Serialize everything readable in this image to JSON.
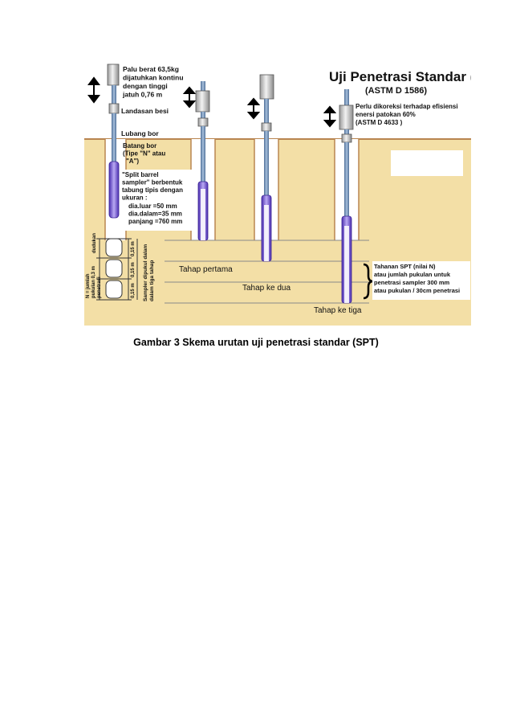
{
  "figure": {
    "title": "Uji Penetrasi Standar (SPT)",
    "standard": "(ASTM D 1586)",
    "hammer_lines": [
      "Palu berat 63,5kg",
      "dijatuhkan kontinu",
      "dengan tinggi",
      "jatuh 0,76 m"
    ],
    "anvil": "Landasan besi",
    "borehole": "Lubang bor",
    "rod_lines": [
      "Batang bor",
      "(Tipe \"N\" atau",
      "\"A\")"
    ],
    "sampler_lines": [
      "\"Split barrel",
      "sampler\" berbentuk",
      "tabung tipis dengan",
      "ukuran :"
    ],
    "dim_lines": [
      "dia.luar     =50 mm",
      "dia.dalam=35 mm",
      "panjang  =760 mm"
    ],
    "correction_lines": [
      "Perlu dikoreksi terhadap efisiensi",
      "enersi patokan 60%",
      "(ASTM D 4633 )"
    ],
    "stage_1": "Tahap pertama",
    "stage_2": "Tahap ke dua",
    "stage_3": "Tahap ke tiga",
    "n_value_lines": [
      "Tahanan SPT (nilai N)",
      "atau jumlah pukulan untuk",
      "penetrasi sampler 300 mm",
      "atau pukulan / 30cm penetrasi"
    ],
    "seating": "dudukan",
    "n_count_lines": [
      "N = jumlah",
      "pukulan 0,3 m",
      "penetrasi"
    ],
    "dim_015_a": "0,15 m",
    "dim_015_b": "0,15 m",
    "dim_015_c": "0,15 m",
    "sampler_three_stage_lines": [
      "Sampler dipukul dalam",
      "dalam tiga tahap"
    ]
  },
  "caption": "Gambar 3 Skema urutan uji penetrasi standar (SPT)",
  "colors": {
    "soil": "#f3dfa6",
    "borehole": "#ffffff",
    "rod": "#6f8eb4",
    "sampler": "#7e62d8",
    "hammer": "#d9d9d9"
  }
}
